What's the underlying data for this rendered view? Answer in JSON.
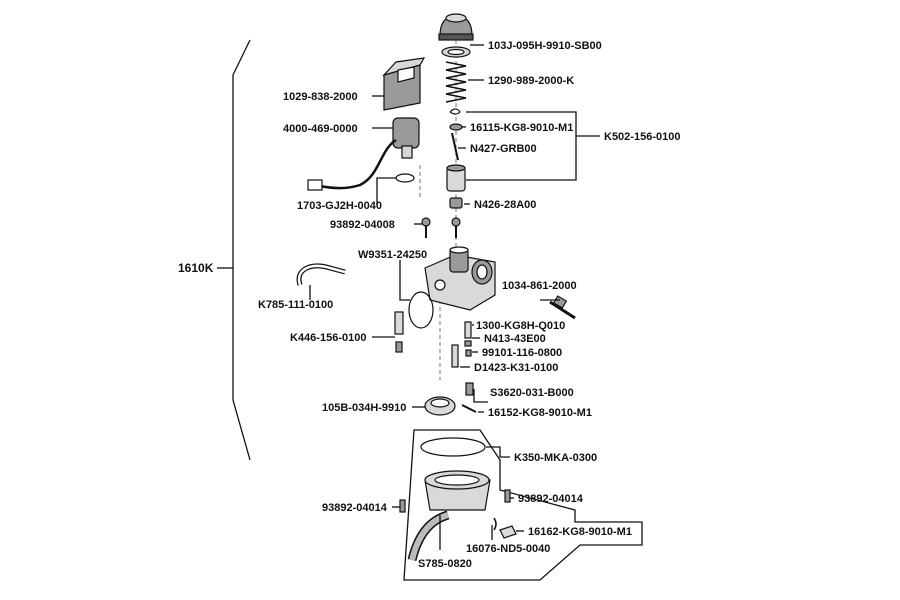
{
  "assembly_label": "1610K",
  "parts": {
    "top_cap": "103J-095H-9910-SB00",
    "spring": "1290-989-2000-K",
    "needle_kit": "K502-156-0100",
    "clip": "16115-KG8-9010-M1",
    "jet_needle": "N427-GRB00",
    "choke_cover": "1029-838-2000",
    "auto_choke": "4000-469-0000",
    "o_ring": "1703-GJ2H-0040",
    "screw_top": "93892-04008",
    "slide_nut": "N426-28A00",
    "gasket_body": "W9351-24250",
    "hose": "K785-111-0100",
    "idle_screw": "1034-861-2000",
    "mixture_kit": "K446-156-0100",
    "needle_jet": "1300-KG8H-Q010",
    "main_jet_holder": "N413-43E00",
    "main_jet": "99101-116-0800",
    "slow_jet": "D1423-K31-0100",
    "float_pin_screw": "S3620-031-B000",
    "float": "105B-034H-9910",
    "float_pin": "16152-KG8-9010-M1",
    "gasket_bowl": "K350-MKA-0300",
    "screw_left": "93892-04014",
    "screw_right": "93892-04014",
    "drain_screw": "16162-KG8-9010-M1",
    "drain_tube_clip": "16076-ND5-0040",
    "drain_tube": "S785-0820"
  }
}
